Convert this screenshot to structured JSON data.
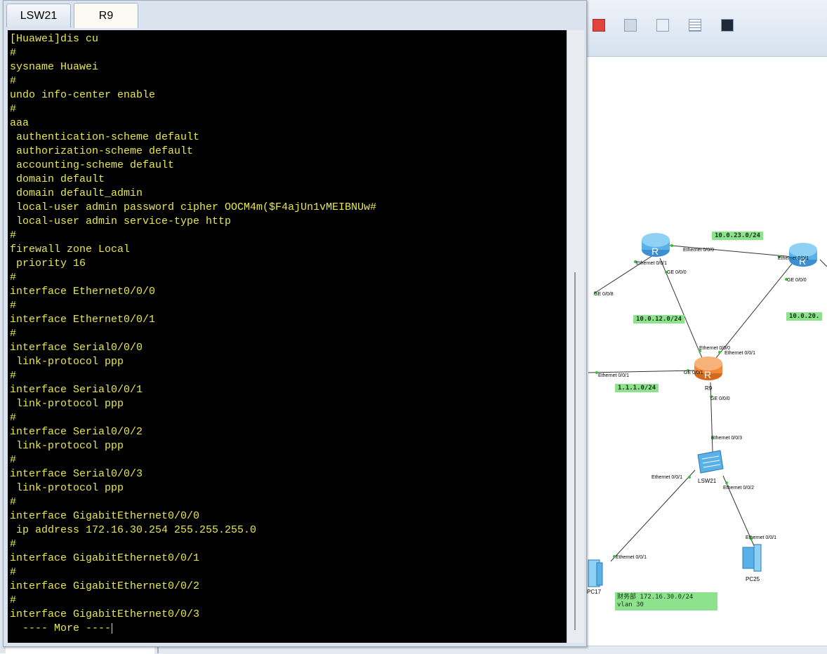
{
  "terminal": {
    "tabs": [
      {
        "label": "LSW21",
        "active": false
      },
      {
        "label": "R9",
        "active": true
      }
    ],
    "text_color": "#e8e84a",
    "lines": [
      "[Huawei]dis cu",
      "#",
      "sysname Huawei",
      "#",
      "undo info-center enable",
      "#",
      "aaa",
      " authentication-scheme default",
      " authorization-scheme default",
      " accounting-scheme default",
      " domain default",
      " domain default_admin",
      " local-user admin password cipher OOCM4m($F4ajUn1vMEIBNUw#",
      " local-user admin service-type http",
      "#",
      "firewall zone Local",
      " priority 16",
      "#",
      "interface Ethernet0/0/0",
      "#",
      "interface Ethernet0/0/1",
      "#",
      "interface Serial0/0/0",
      " link-protocol ppp",
      "#",
      "interface Serial0/0/1",
      " link-protocol ppp",
      "#",
      "interface Serial0/0/2",
      " link-protocol ppp",
      "#",
      "interface Serial0/0/3",
      " link-protocol ppp",
      "#",
      "interface GigabitEthernet0/0/0",
      " ip address 172.16.30.254 255.255.255.0",
      "#",
      "interface GigabitEthernet0/0/1",
      "#",
      "interface GigabitEthernet0/0/2",
      "#",
      "interface GigabitEthernet0/0/3",
      "  ---- More ----"
    ]
  },
  "toolbar": {
    "icons": [
      "stop-icon",
      "capture-icon",
      "topology-icon",
      "grid-icon",
      "screen-icon"
    ]
  },
  "topology": {
    "networks": {
      "n23": "10.0.23.0/24",
      "n12": "10.0.12.0/24",
      "n20": "10.0.20.",
      "n1": "1.1.1.0/24"
    },
    "devices": {
      "r9": "R9",
      "lsw21": "LSW21",
      "pc17": "PC17",
      "pc25": "PC25"
    },
    "ports": {
      "r1_e01": "Ethernet 0/0/1",
      "r1_ge": "GE 0/0/0",
      "r1_e00": "Ethernet 0/0/0",
      "r3_e01": "Ethernet 0/0/1",
      "r3_ge": "GE 0/0/0",
      "left_ge": "GE 0/0/8",
      "r9_e00": "Ethernet 0/0/0",
      "r9_e01": "Ethernet 0/0/1",
      "r9_ge01": "GE 0/0/1",
      "left_e01": "Ethernet 0/0/1",
      "r9_ge00": "GE 0/0/0",
      "sw_e03": "Ethernet 0/0/3",
      "sw_e01": "Ethernet 0/0/1",
      "sw_e02": "Ethernet 0/0/2",
      "pc25_e01": "Ethernet 0/0/1",
      "pc17_e01": "Ethernet 0/0/1"
    },
    "dept": {
      "line1": "财务部 172.16.30.0/24",
      "line2": "vlan 30"
    },
    "colors": {
      "link_label_bg": "#8ee28e",
      "router_blue": "#5ab0e8",
      "router_orange": "#f08a3a"
    }
  }
}
